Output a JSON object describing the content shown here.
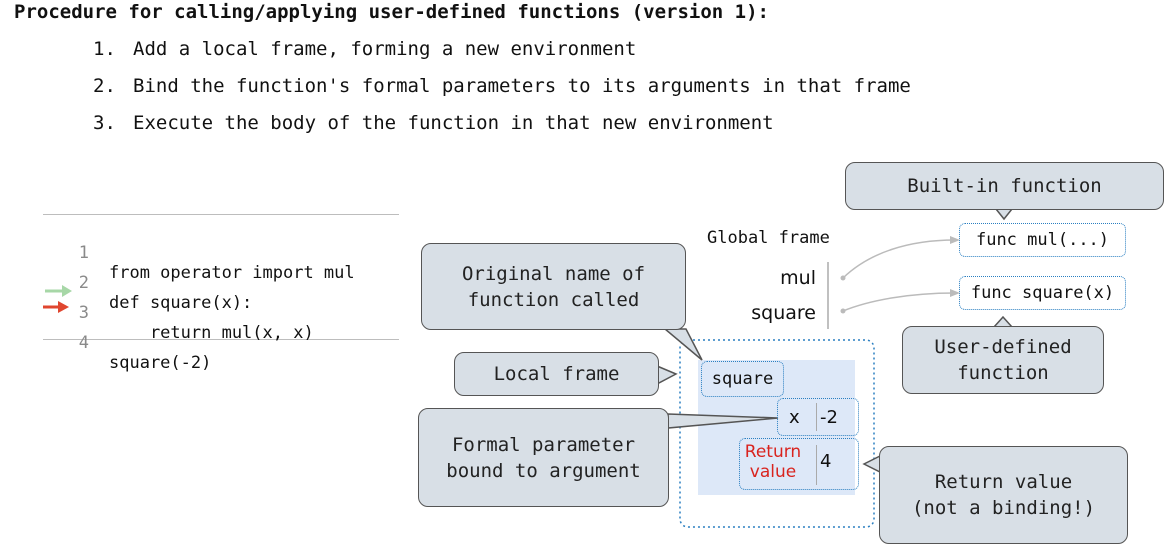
{
  "title": "Procedure for calling/applying user-defined functions (version 1):",
  "steps": [
    {
      "num": "1.",
      "text": "Add a local frame, forming a new environment"
    },
    {
      "num": "2.",
      "text": "Bind the function's formal parameters to its arguments in that frame"
    },
    {
      "num": "3.",
      "text": "Execute the body of the function in that new environment"
    }
  ],
  "code": {
    "lines": [
      {
        "num": "1",
        "text": "from operator import mul"
      },
      {
        "num": "2",
        "text": "def square(x):"
      },
      {
        "num": "3",
        "text": "    return mul(x, x)"
      },
      {
        "num": "4",
        "text": "square(-2)"
      }
    ]
  },
  "callouts": {
    "original_name": "Original name of\nfunction called",
    "local_frame": "Local frame",
    "formal_param": "Formal parameter\nbound to argument",
    "builtin": "Built-in function",
    "user_defined": "User-defined\nfunction",
    "return_value": "Return value\n(not a binding!)"
  },
  "global_frame": {
    "label": "Global frame",
    "bindings": [
      {
        "name": "mul"
      },
      {
        "name": "square"
      }
    ]
  },
  "objects": {
    "mul": "func mul(...)",
    "square": "func square(x)"
  },
  "local_frame": {
    "name": "square",
    "param_name": "x",
    "param_value": "-2",
    "return_label_1": "Return",
    "return_label_2": "value",
    "return_value": "4"
  },
  "colors": {
    "callout_fill": "#d8dfe6",
    "frame_fill": "#dde8f8",
    "dotted_border": "#2a7fc1",
    "prev_arrow": "#a7d7a7",
    "next_arrow": "#e0462f",
    "return_red": "#d9231e"
  }
}
